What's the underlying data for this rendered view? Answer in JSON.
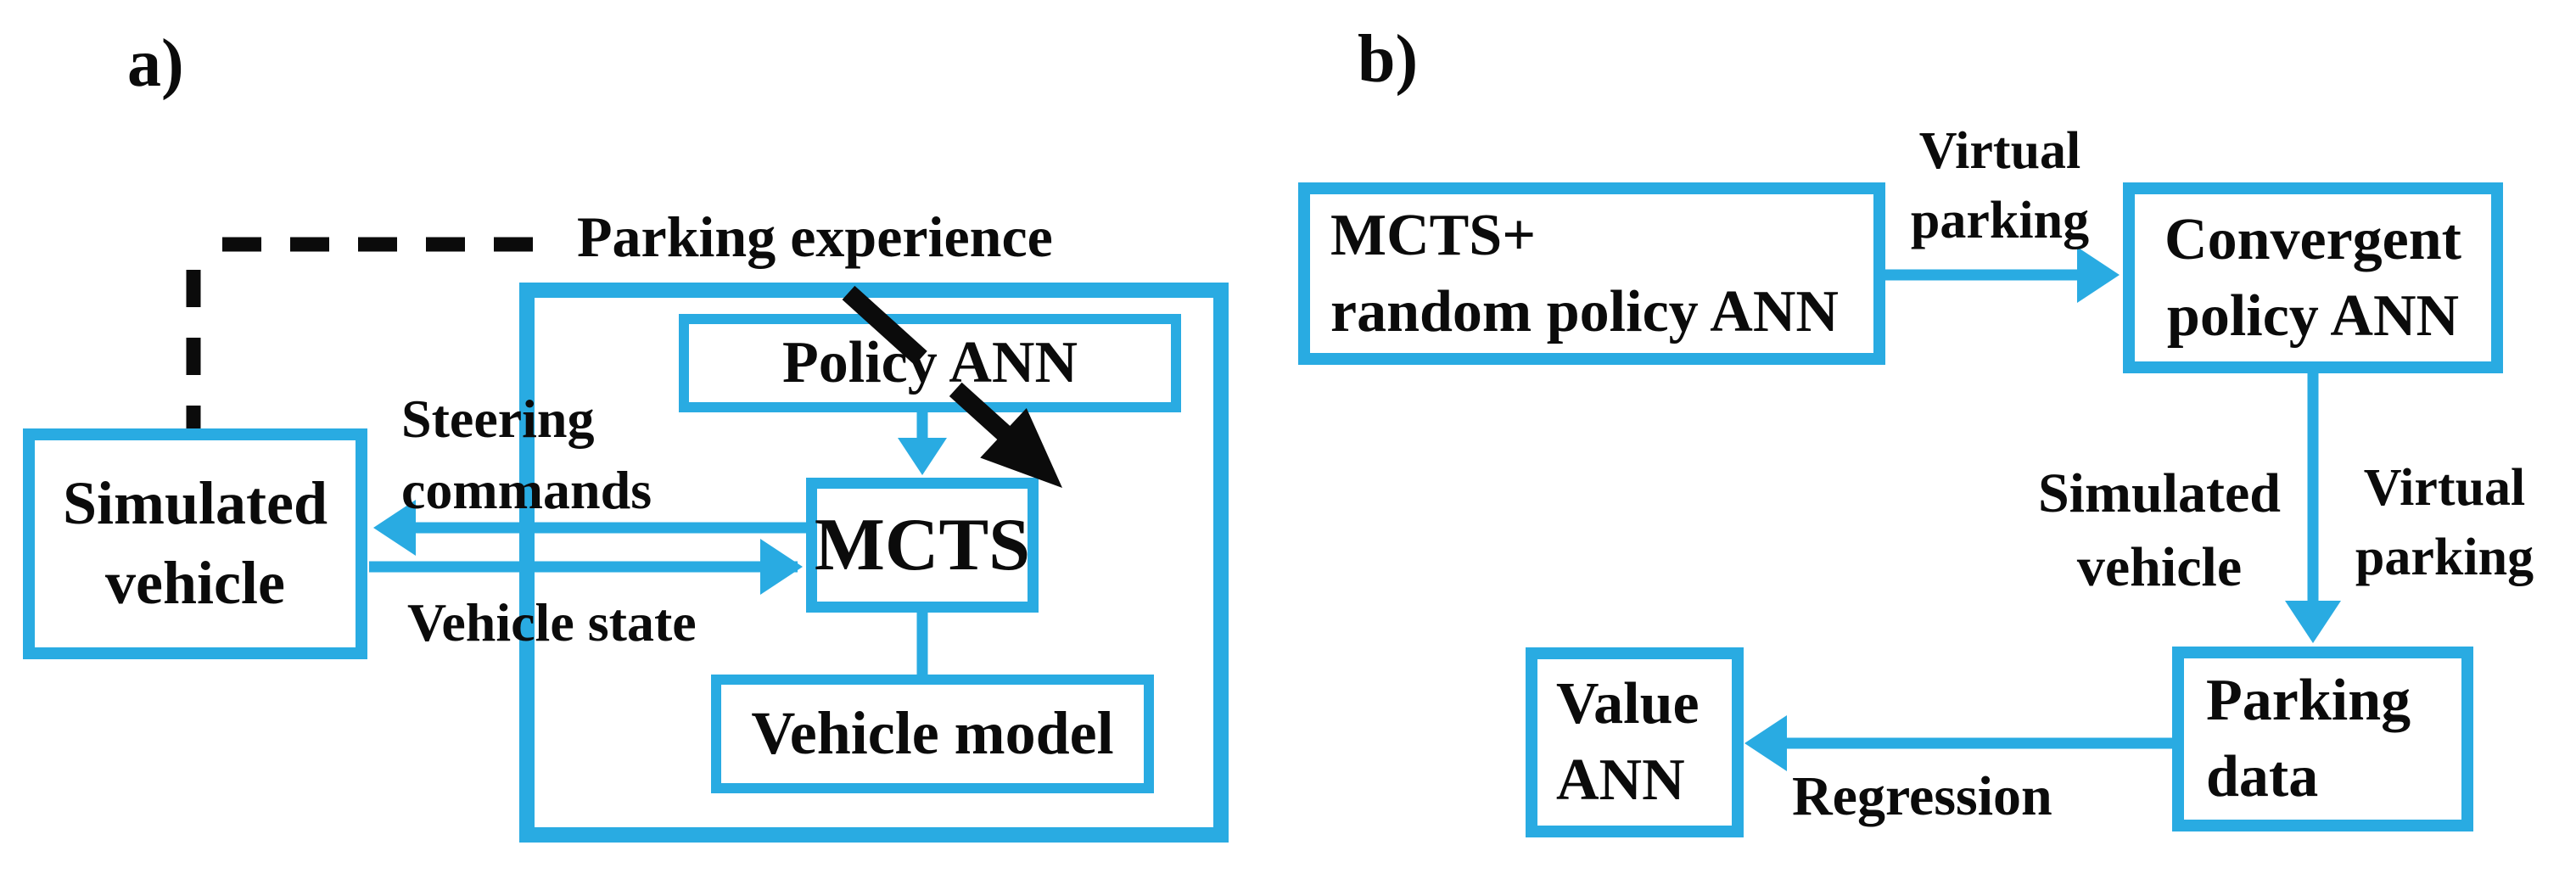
{
  "colors": {
    "accent": "#29ABE2",
    "ink": "#0b0b0b"
  },
  "panel_a": {
    "label": "a)",
    "parking_experience": "Parking experience",
    "steering_commands": {
      "line1": "Steering",
      "line2": "commands"
    },
    "vehicle_state": "Vehicle state",
    "boxes": {
      "simulated_vehicle": {
        "line1": "Simulated",
        "line2": "vehicle"
      },
      "policy_ann": "Policy ANN",
      "mcts": "MCTS",
      "vehicle_model": "Vehicle model"
    }
  },
  "panel_b": {
    "label": "b)",
    "boxes": {
      "mcts_random": {
        "line1": "MCTS+",
        "line2": "random policy ANN"
      },
      "convergent": {
        "line1": "Convergent",
        "line2": "policy ANN"
      },
      "parking_data": {
        "line1": "Parking",
        "line2": "data"
      },
      "value_ann": {
        "line1": "Value",
        "line2": "ANN"
      }
    },
    "labels": {
      "virtual_parking_top": {
        "line1": "Virtual",
        "line2": "parking"
      },
      "simulated_vehicle": {
        "line1": "Simulated",
        "line2": "vehicle"
      },
      "virtual_parking_right": {
        "line1": "Virtual",
        "line2": "parking"
      },
      "regression": "Regression"
    }
  }
}
